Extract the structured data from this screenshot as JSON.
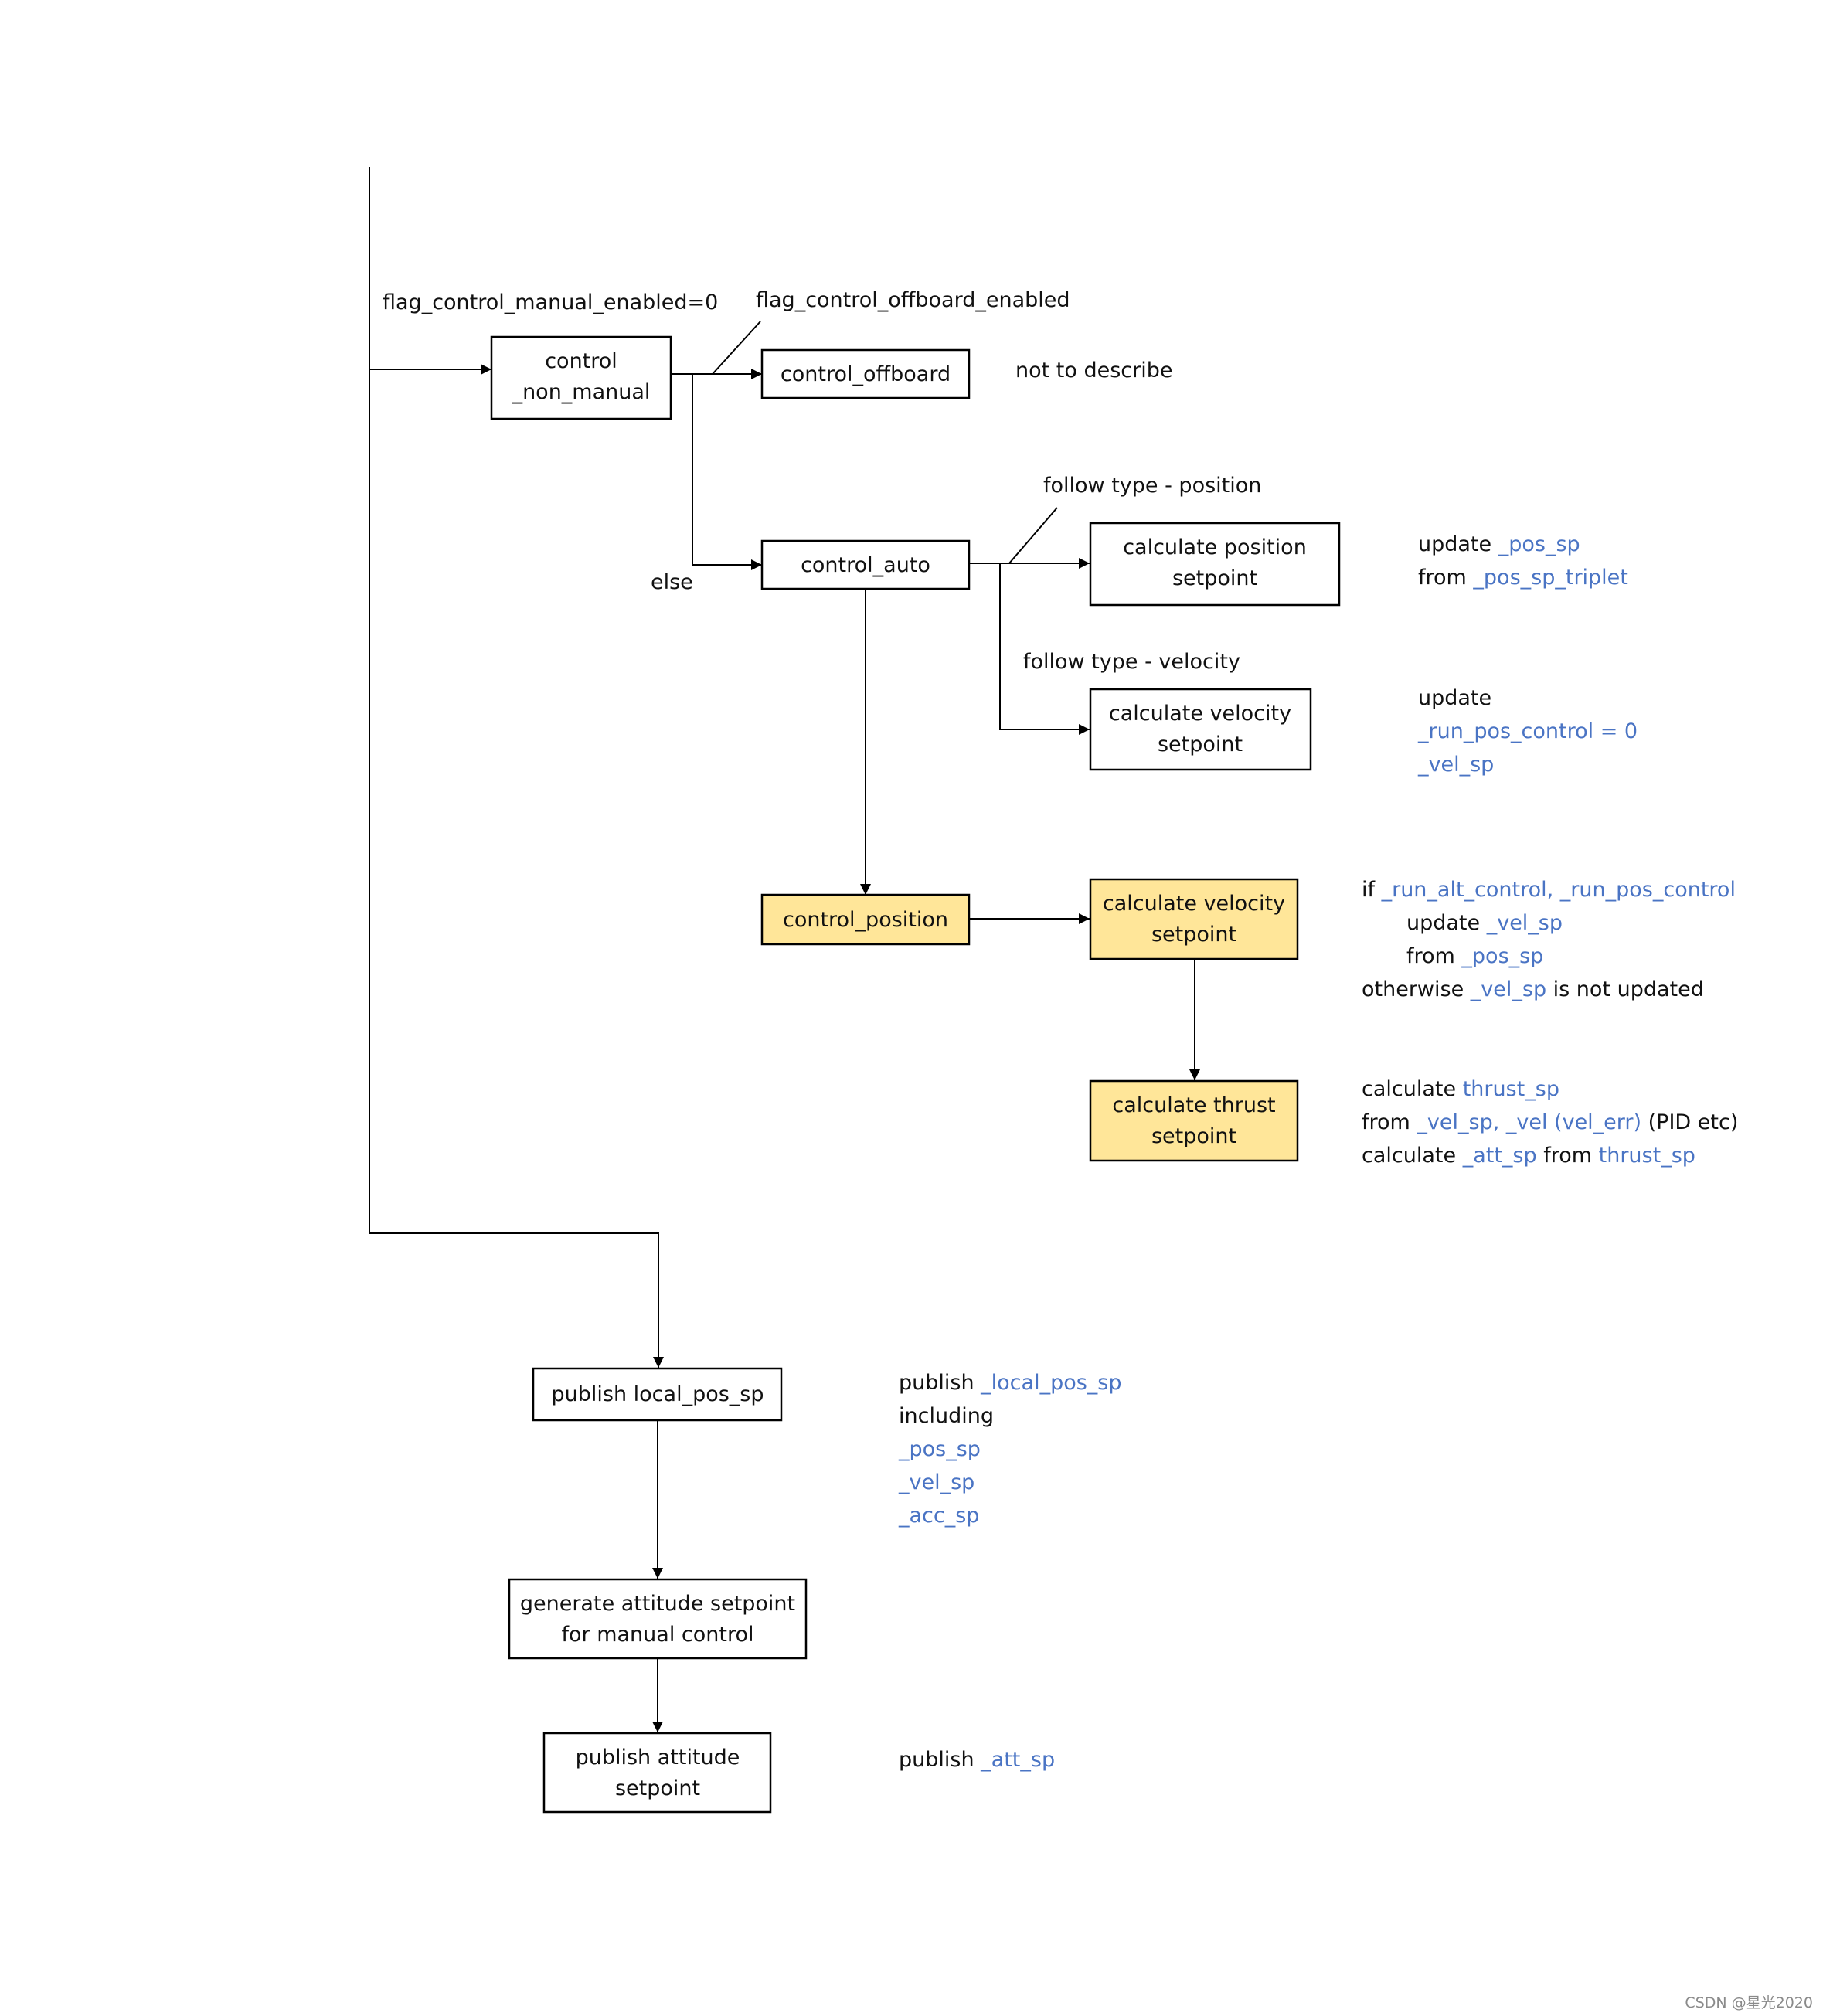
{
  "nodes": {
    "non_manual": [
      "control",
      "_non_manual"
    ],
    "offboard": [
      "control_offboard"
    ],
    "auto": [
      "control_auto"
    ],
    "calc_pos": [
      "calculate position",
      "setpoint"
    ],
    "calc_vel_follow": [
      "calculate velocity",
      "setpoint"
    ],
    "control_position": [
      "control_position"
    ],
    "calc_vel": [
      "calculate velocity",
      "setpoint"
    ],
    "calc_thrust": [
      "calculate thrust",
      "setpoint"
    ],
    "publish_local": [
      "publish local_pos_sp"
    ],
    "gen_att": [
      "generate attitude setpoint",
      "for manual control"
    ],
    "publish_att": [
      "publish attitude",
      "setpoint"
    ]
  },
  "edge_labels": {
    "manual_flag": "flag_control_manual_enabled=0",
    "offboard_flag": "flag_control_offboard_enabled",
    "else": "else",
    "follow_position": "follow type - position",
    "follow_velocity": "follow type - velocity"
  },
  "notes": {
    "not_describe": "not to describe",
    "pos": [
      [
        {
          "t": "update "
        },
        {
          "t": "_pos_sp",
          "blue": true
        }
      ],
      [
        {
          "t": "from "
        },
        {
          "t": "_pos_sp_triplet",
          "blue": true
        }
      ]
    ],
    "vel_follow": [
      [
        {
          "t": "update"
        }
      ],
      [
        {
          "t": "_run_pos_control = 0",
          "blue": true
        }
      ],
      [
        {
          "t": "_vel_sp",
          "blue": true
        }
      ]
    ],
    "vel": [
      [
        {
          "t": "if "
        },
        {
          "t": "_run_alt_control, _run_pos_control",
          "blue": true
        }
      ],
      [
        {
          "t": "update "
        },
        {
          "t": "_vel_sp",
          "blue": true
        }
      ],
      [
        {
          "t": "from "
        },
        {
          "t": "_pos_sp",
          "blue": true
        }
      ],
      [
        {
          "t": "otherwise "
        },
        {
          "t": "_vel_sp",
          "blue": true
        },
        {
          "t": " is not updated"
        }
      ]
    ],
    "thrust": [
      [
        {
          "t": "calculate "
        },
        {
          "t": "thrust_sp",
          "blue": true
        }
      ],
      [
        {
          "t": "from "
        },
        {
          "t": "_vel_sp, _vel (vel_err)",
          "blue": true
        },
        {
          "t": " (PID etc)"
        }
      ],
      [
        {
          "t": "calculate "
        },
        {
          "t": "_att_sp",
          "blue": true
        },
        {
          "t": " from "
        },
        {
          "t": "thrust_sp",
          "blue": true
        }
      ]
    ],
    "local": [
      [
        {
          "t": "publish "
        },
        {
          "t": "_local_pos_sp",
          "blue": true
        }
      ],
      [
        {
          "t": "including"
        }
      ],
      [
        {
          "t": "_pos_sp",
          "blue": true
        }
      ],
      [
        {
          "t": "_vel_sp",
          "blue": true
        }
      ],
      [
        {
          "t": "_acc_sp",
          "blue": true
        }
      ]
    ],
    "att": [
      [
        {
          "t": "publish "
        },
        {
          "t": "_att_sp",
          "blue": true
        }
      ]
    ]
  },
  "watermark": "CSDN @星光2020",
  "colors": {
    "highlight": "#ffe699",
    "blue_text": "#4a74c4"
  }
}
